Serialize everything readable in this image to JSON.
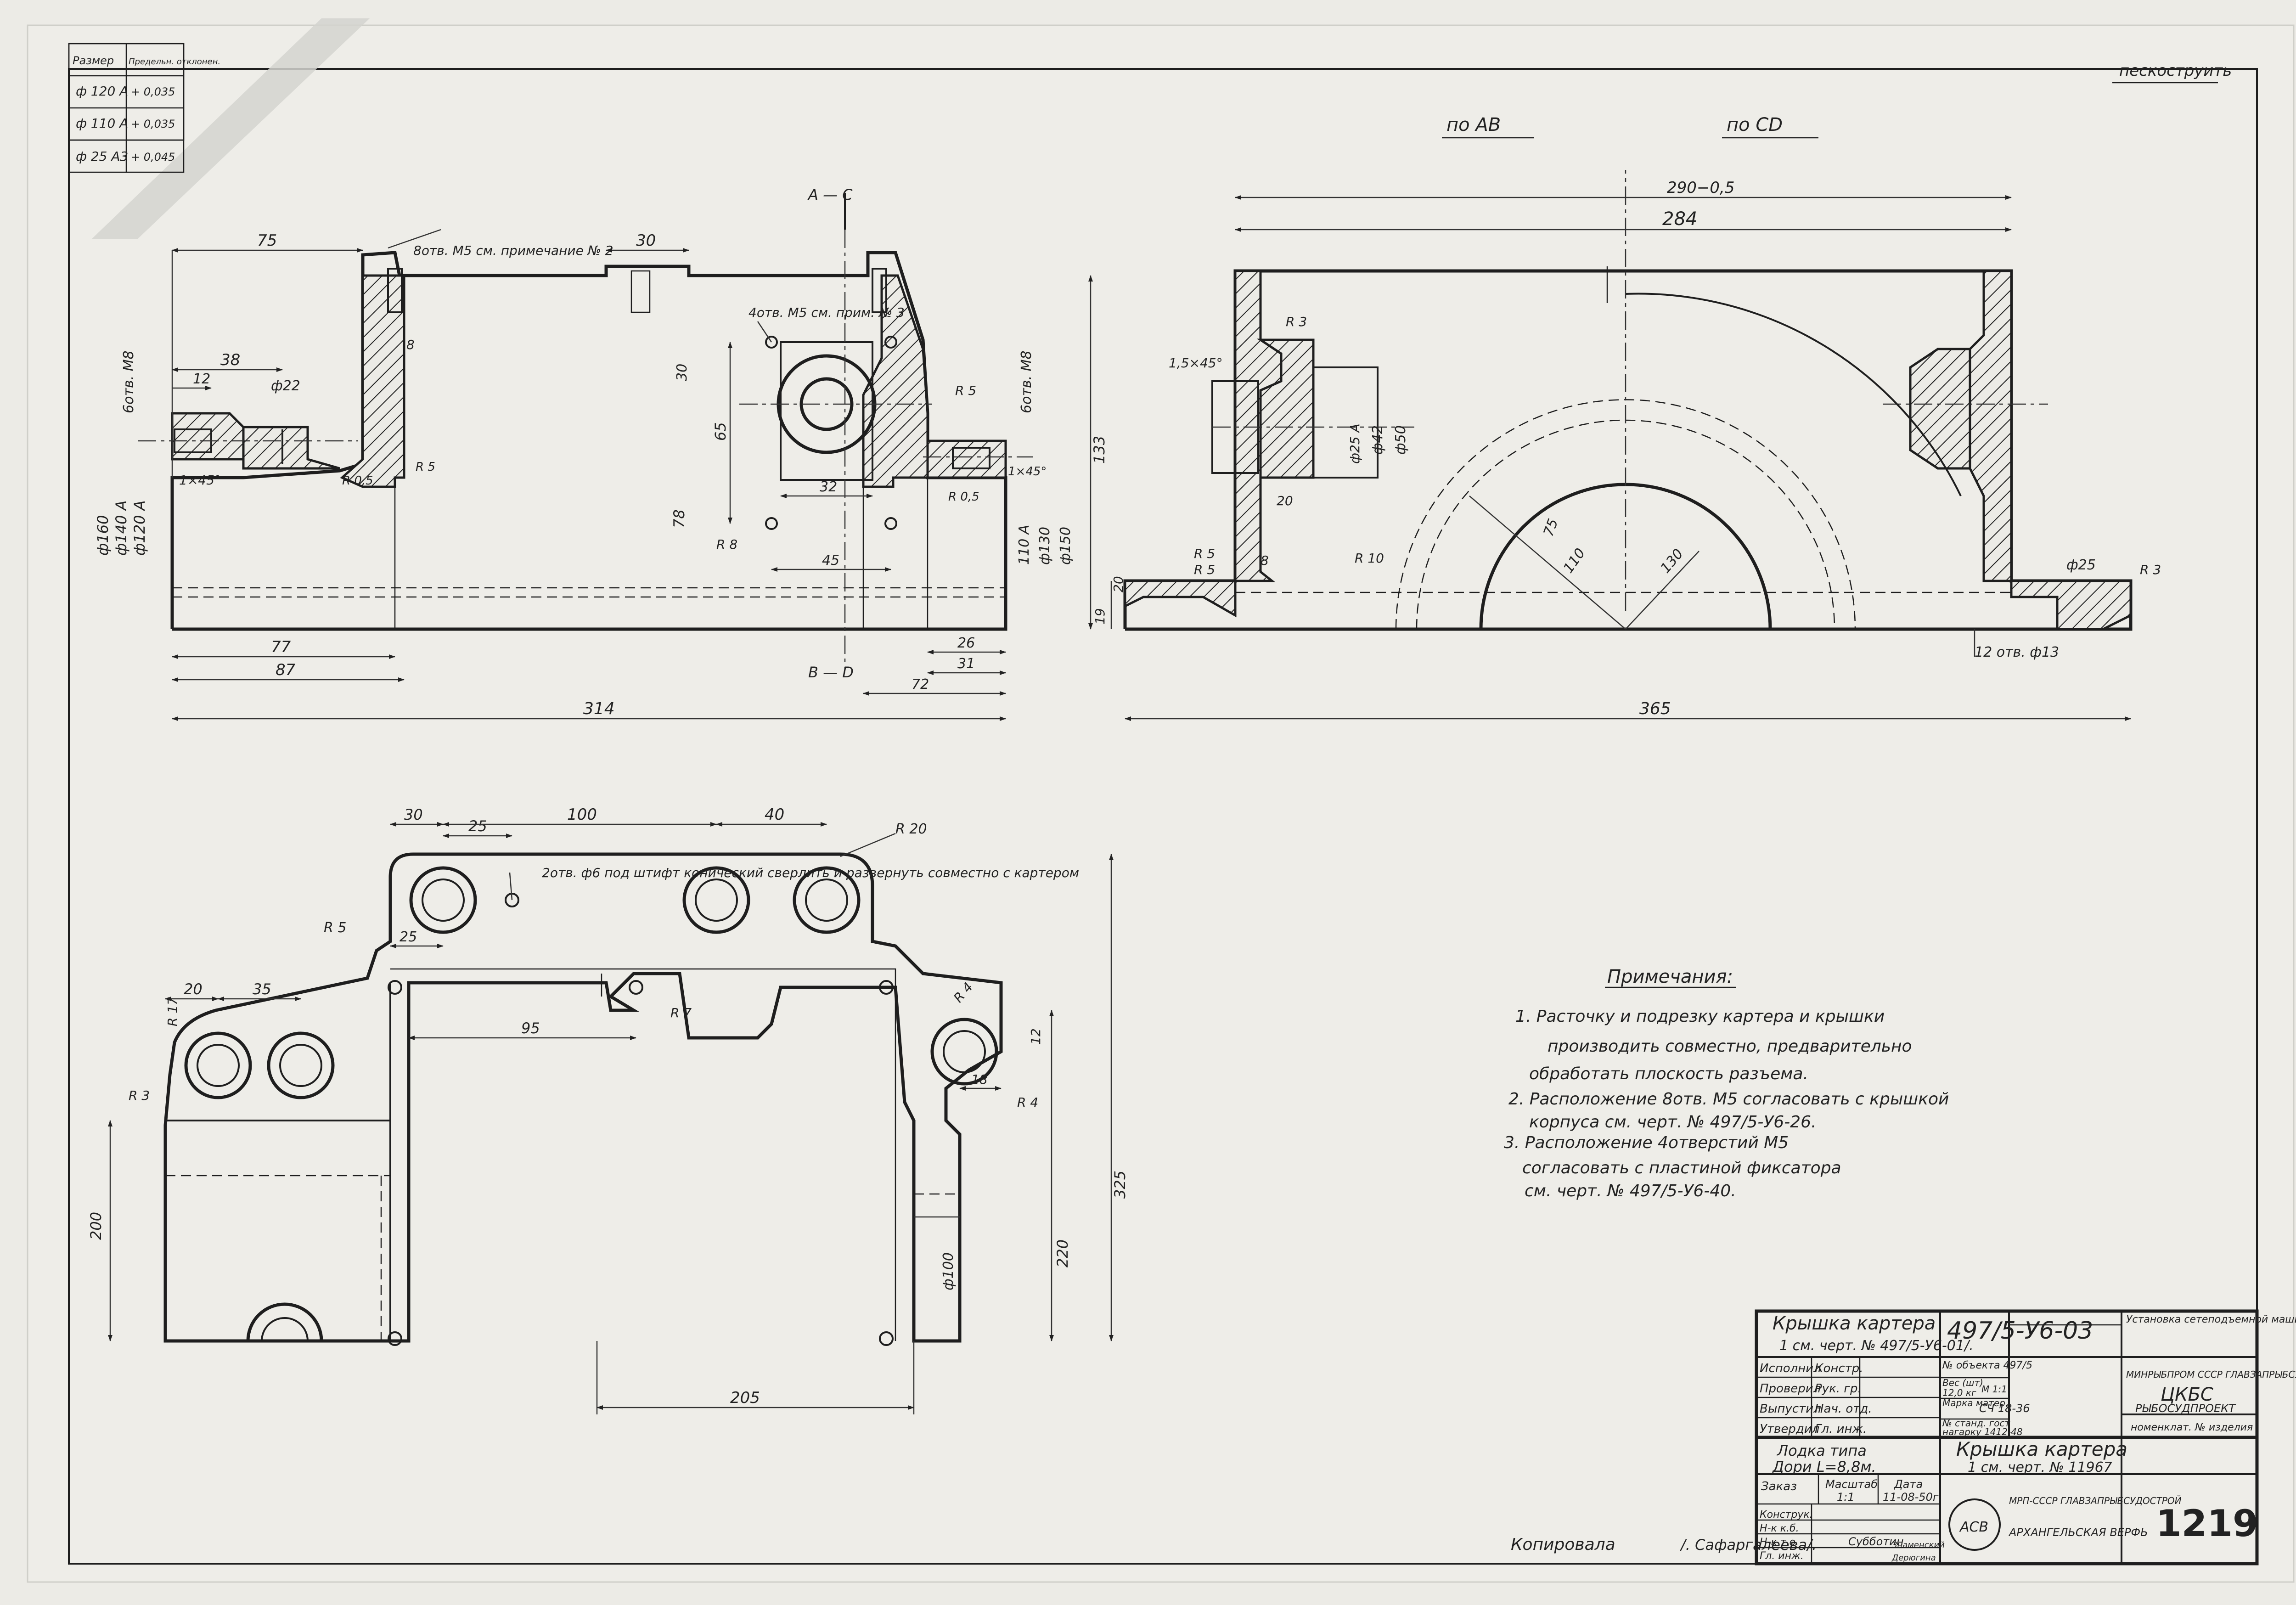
{
  "tolerance_table": {
    "headers": [
      "Размер",
      "Предельн. отклонен."
    ],
    "rows": [
      [
        "ф 120 А",
        "+ 0,035"
      ],
      [
        "ф 110 А",
        "+ 0,035"
      ],
      [
        "ф 25 А3",
        "+ 0,045"
      ]
    ]
  },
  "header_note": "пескоструить",
  "section_labels": {
    "ab": "по АВ",
    "cd": "по CD",
    "a_c": "А — С",
    "b_d": "В — D"
  },
  "dimensions": {
    "front": [
      "75",
      "30",
      "38",
      "12",
      "ф22",
      "1×45°",
      "6отв. М8",
      "ф160",
      "ф140 А",
      "ф120 А",
      "R 0,5",
      "R 5",
      "77",
      "87",
      "314",
      "30",
      "65",
      "32",
      "78",
      "45",
      "R 8",
      "R 5",
      "6отв. М8",
      "R 0,5",
      "1×45°",
      "110 А",
      "ф130",
      "ф150",
      "133",
      "26",
      "31",
      "72",
      "8"
    ],
    "front_notes": [
      "8отв. М5 см. примечание № 2",
      "4отв. М5 см. прим. № 3"
    ],
    "side": [
      "290−0,5",
      "284",
      "R 3",
      "1,5×45°",
      "ф25 А",
      "ф42",
      "ф50",
      "20",
      "R 5",
      "R 5",
      "8",
      "R 10",
      "75",
      "110",
      "130",
      "ф25",
      "R 3",
      "12 отв. ф13",
      "365",
      "19",
      "20"
    ],
    "plan": [
      "30",
      "25",
      "100",
      "40",
      "R 20",
      "R 5",
      "25",
      "20",
      "35",
      "R 17",
      "R 3",
      "R 7",
      "95",
      "R 4",
      "18",
      "12",
      "R 4",
      "200",
      "325",
      "220",
      "ф100",
      "205"
    ],
    "plan_note": "2отв. ф6 под штифт конический сверлить и развернуть совместно с картером"
  },
  "notes": {
    "title": "Примечания:",
    "lines": [
      "1. Расточку и подрезку картера и крышки",
      "производить совместно, предварительно",
      "обработать плоскость разъема.",
      "2. Расположение 8отв. М5 согласовать с крышкой",
      "корпуса см. черт. № 497/5-У6-26.",
      "3. Расположение 4отверстий М5",
      "согласовать с пластиной фиксатора",
      "см. черт. № 497/5-У6-40."
    ]
  },
  "title_block": {
    "part_name": "Крышка картера",
    "part_ref": "1 см. черт. № 497/5-У6-01/.",
    "drawing_number": "497/5-У6-03",
    "assembly": "Установка сетеподъемной машины на мотофелюге.",
    "roles": [
      {
        "role": "Исполнил",
        "title": "Констр."
      },
      {
        "role": "Проверил",
        "title": "Рук. гр."
      },
      {
        "role": "Выпустил",
        "title": "Нач. отд."
      },
      {
        "role": "Утвердил",
        "title": "Гл. инж."
      }
    ],
    "object_no": "№ объекта 497/5",
    "weight_label": "Вес (шт)",
    "weight": "12,0 кг",
    "scale_short": "М 1:1",
    "material_label": "Марка матер.",
    "material": "СЧ 18-36",
    "standard_label": "№ станд. гост",
    "standard": "нагарку 1412-48",
    "ministry": "МИНРЫБПРОМ СССР ГЛАВЗАПРЫБСУДОСТРОЙ",
    "org_code": "ЦКБС",
    "org_name": "РЫБОСУДПРОЕКТ",
    "nomenclature": "номенклат. № изделия",
    "boat_type": "Лодка типа",
    "boat_name": "Дори L=8,8м.",
    "part_name_2": "Крышка картера",
    "part_ref_2": "1 см. черт. № 11967",
    "order_label": "Заказ",
    "scale_label": "Масштаб",
    "scale": "1:1",
    "date_label": "Дата",
    "date": "11-08-50г.",
    "sign_roles": [
      "Конструк.",
      "Н-к к.б.",
      "Н-к т.о.",
      "Гл. инж."
    ],
    "signatures": [
      "Субботин",
      "Знаменский",
      "Дерюгина"
    ],
    "ministry_2": "МРП-СССР ГЛАВЗАПРЫБСУДОСТРОЙ",
    "yard": "АРХАНГЕЛЬСКАЯ ВЕРФЬ",
    "logo": "АСВ",
    "sheet_number": "1219"
  },
  "copied_by": "Копировала",
  "copied_by_name": "/. Сафаргалеева/."
}
